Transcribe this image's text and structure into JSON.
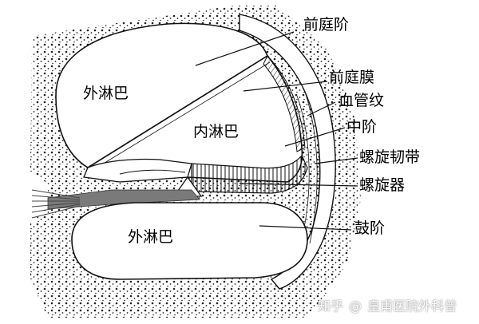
{
  "labels": {
    "vestibular_scala": "前庭阶",
    "reissner_membrane": "前庭膜",
    "stria_vascularis": "血管纹",
    "scala_media": "中阶",
    "spiral_ligament": "螺旋韧带",
    "organ_of_corti": "螺旋器",
    "scala_tympani": "鼓阶",
    "perilymph_top": "外淋巴",
    "endolymph": "内淋巴",
    "perilymph_bottom": "外淋巴"
  },
  "watermark": {
    "site": "知乎",
    "author": "皇甫医院外科普"
  },
  "colors": {
    "line": "#111111",
    "dots": "#222222",
    "background": "#ffffff"
  }
}
